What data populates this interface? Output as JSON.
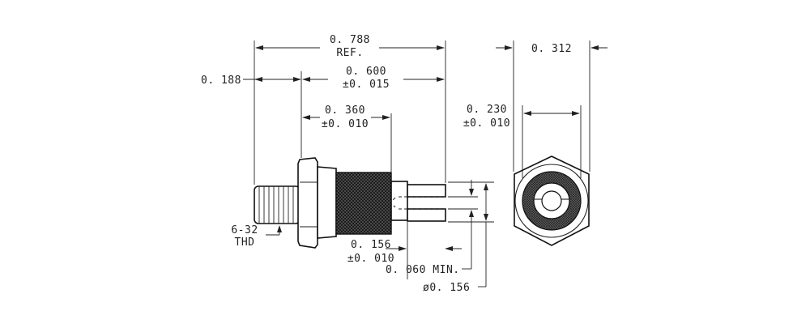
{
  "dimensions": {
    "overall_ref": {
      "value": "0. 788",
      "note": "REF."
    },
    "thread_length": {
      "value": "0. 188"
    },
    "body_length": {
      "value": "0. 600",
      "tol": "±0. 015"
    },
    "knurl_length": {
      "value": "0. 360",
      "tol": "±0. 010"
    },
    "hex_width": {
      "value": "0. 312"
    },
    "knurl_diameter": {
      "value": "0. 230",
      "tol": "±0. 010"
    },
    "slot_length": {
      "value": "0. 156",
      "tol": "±0. 010"
    },
    "slot_width": {
      "value": "0. 060 MIN."
    },
    "tip_diameter": {
      "value": "ø0. 156"
    }
  },
  "thread_callout": {
    "line1": "6-32",
    "line2": "THD"
  }
}
